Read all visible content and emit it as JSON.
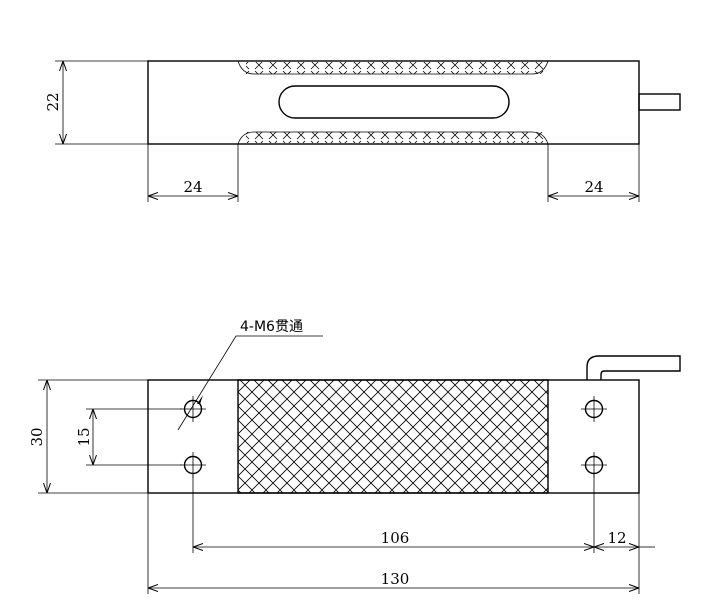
{
  "top_view": {
    "dim_height": "22",
    "dim_left": "24",
    "dim_right": "24"
  },
  "bottom_view": {
    "dim_height": "30",
    "dim_hole_spacing": "15",
    "dim_hole_span": "106",
    "dim_end_offset": "12",
    "dim_total_length": "130",
    "hole_callout": "4-M6贯通"
  }
}
